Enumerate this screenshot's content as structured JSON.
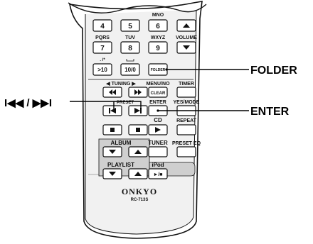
{
  "callouts": {
    "folder": "FOLDER",
    "enter": "ENTER",
    "skip": "I◀◀ / ▶▶I"
  },
  "keypad": {
    "btn_4": "4",
    "btn_5": "5",
    "btn_6": "6",
    "mno": "MNO",
    "pqrs": "PQRS",
    "tuv": "TUV",
    "wxyz": "WXYZ",
    "volume": "VOLUME",
    "btn_7": "7",
    "btn_8": "8",
    "btn_9": "9",
    "sym_dot_slash": ". /*",
    "btn_gt10": ">10",
    "btn_10_0": "10/0",
    "btn_folder": "FOLDER"
  },
  "controls": {
    "tuning": "◀ TUNING ▶",
    "menu_no": "MENU/NO",
    "timer": "TIMER",
    "clear": "CLEAR",
    "preset": "PRESET",
    "enter": "ENTER",
    "yes_mode": "YES/MODE",
    "cd": "CD",
    "repeat": "REPEAT",
    "album": "ALBUM",
    "tuner": "TUNER",
    "preset_eq": "PRESET EQ",
    "playlist": "PLAYLIST",
    "ipod": "iPod",
    "play_pause": "►/■"
  },
  "brand": {
    "name": "ONKYO",
    "model": "RC-713S"
  },
  "colors": {
    "remote_body": "#ffffff",
    "face_panel": "#f1f1f1",
    "button_fill": "#ffffff",
    "highlight_band": "#cfcfcf",
    "ink": "#111111"
  }
}
